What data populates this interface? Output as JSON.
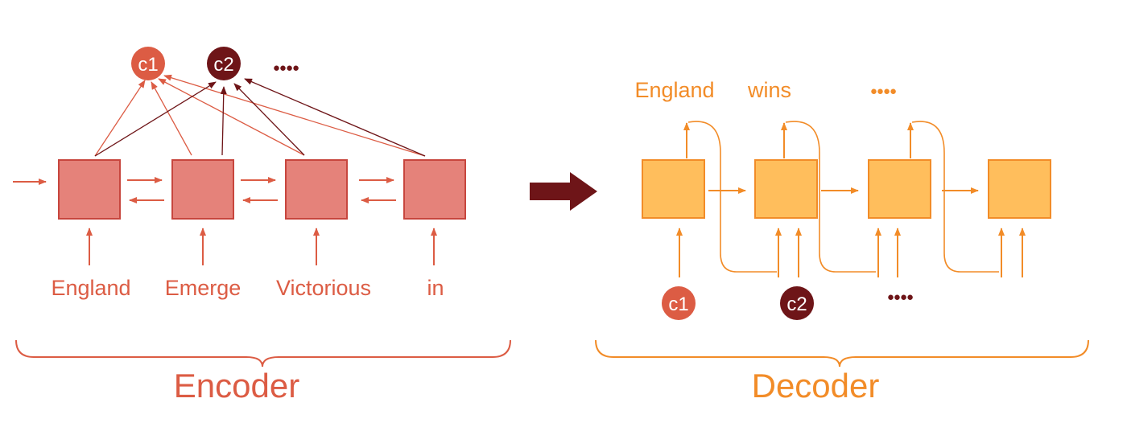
{
  "colors": {
    "encoder": "#dc5c44",
    "encoder_box_fill": "#e5827a",
    "encoder_box_stroke": "#c7463e",
    "c1": "#dc5c44",
    "c2": "#6e1518",
    "dark_line": "#6e1518",
    "decoder": "#f28c28",
    "decoder_box_fill": "#ffbe5c",
    "decoder_box_stroke": "#f28c28",
    "big_arrow": "#6e1518"
  },
  "encoder": {
    "label": "Encoder",
    "inputs": [
      "England",
      "Emerge",
      "Victorious",
      "in"
    ],
    "context_vectors": [
      "c1",
      "c2"
    ],
    "ellipsis": "●●●●"
  },
  "decoder": {
    "label": "Decoder",
    "outputs": [
      "England",
      "wins"
    ],
    "output_ellipsis": "●●●●",
    "context_vectors": [
      "c1",
      "c2"
    ],
    "context_ellipsis": "●●●●"
  }
}
